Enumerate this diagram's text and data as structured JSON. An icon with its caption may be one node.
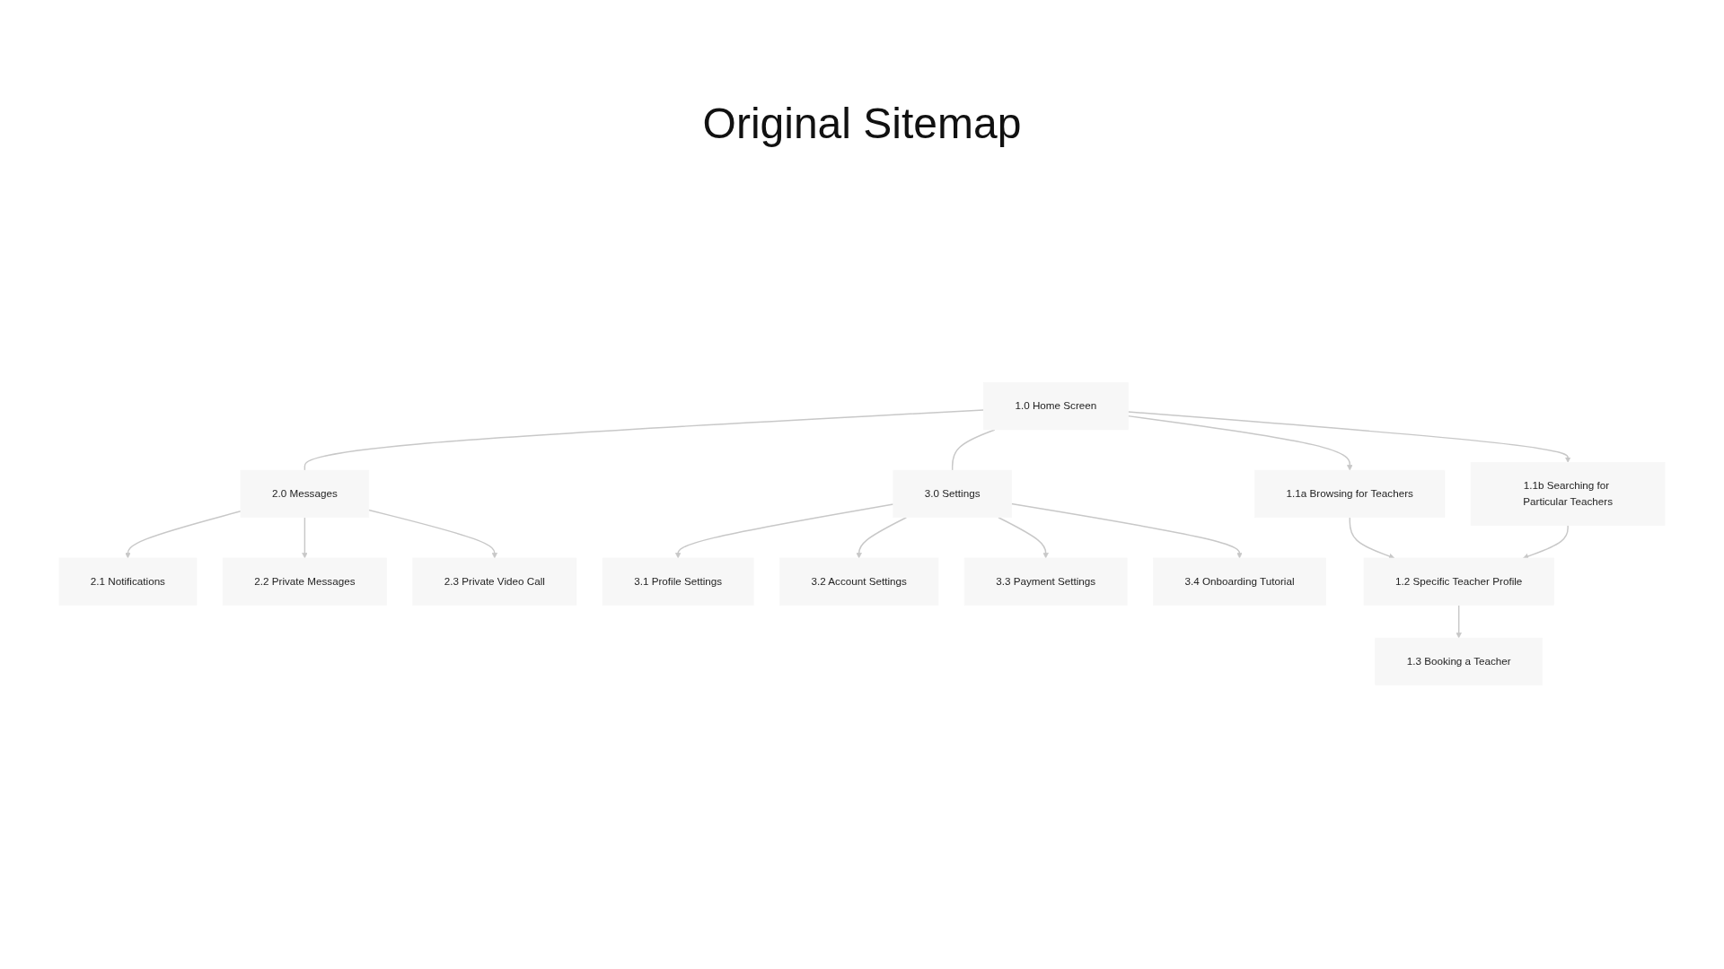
{
  "diagram": {
    "title": "Original Sitemap",
    "nodes": [
      {
        "text": [
          "2.0 Messages"
        ]
      },
      {
        "text": [
          "1.0 Home Screen"
        ]
      },
      {
        "text": [
          "3.0 Settings"
        ]
      },
      {
        "text": [
          "2.1 Notifications"
        ]
      },
      {
        "text": [
          "2.2 Private Messages"
        ]
      },
      {
        "text": [
          "2.3 Private Video Call"
        ]
      },
      {
        "text": [
          "1.1a Browsing for Teachers"
        ]
      },
      {
        "text": [
          "1.1b Searching for Particular Teachers"
        ]
      },
      {
        "text": [
          "3.1 Profile Settings"
        ]
      },
      {
        "text": [
          "3.2 Account Settings"
        ]
      },
      {
        "text": [
          "3.3 Payment Settings"
        ]
      },
      {
        "text": [
          "3.4 Onboarding Tutorial"
        ]
      },
      {
        "text": [
          "1.2 Specific Teacher Profile"
        ]
      },
      {
        "text": [
          "1.3 Booking a Teacher"
        ]
      }
    ],
    "edges": [
      {
        "from": 1,
        "to": 0,
        "arrow": "none"
      },
      {
        "from": 1,
        "to": 2,
        "arrow": "none"
      },
      {
        "from": 0,
        "to": 3,
        "arrow": "to"
      },
      {
        "from": 0,
        "to": 4,
        "arrow": "to"
      },
      {
        "from": 0,
        "to": 5,
        "arrow": "to"
      },
      {
        "from": 1,
        "to": 6,
        "arrow": "to"
      },
      {
        "from": 1,
        "to": 7,
        "arrow": "to"
      },
      {
        "from": 2,
        "to": 8,
        "arrow": "to"
      },
      {
        "from": 2,
        "to": 9,
        "arrow": "to"
      },
      {
        "from": 2,
        "to": 10,
        "arrow": "to"
      },
      {
        "from": 2,
        "to": 11,
        "arrow": "to"
      },
      {
        "from": 6,
        "to": 12,
        "arrow": "to"
      },
      {
        "from": 7,
        "to": 12,
        "arrow": "to"
      },
      {
        "from": 12,
        "to": 13,
        "arrow": "to"
      }
    ]
  }
}
